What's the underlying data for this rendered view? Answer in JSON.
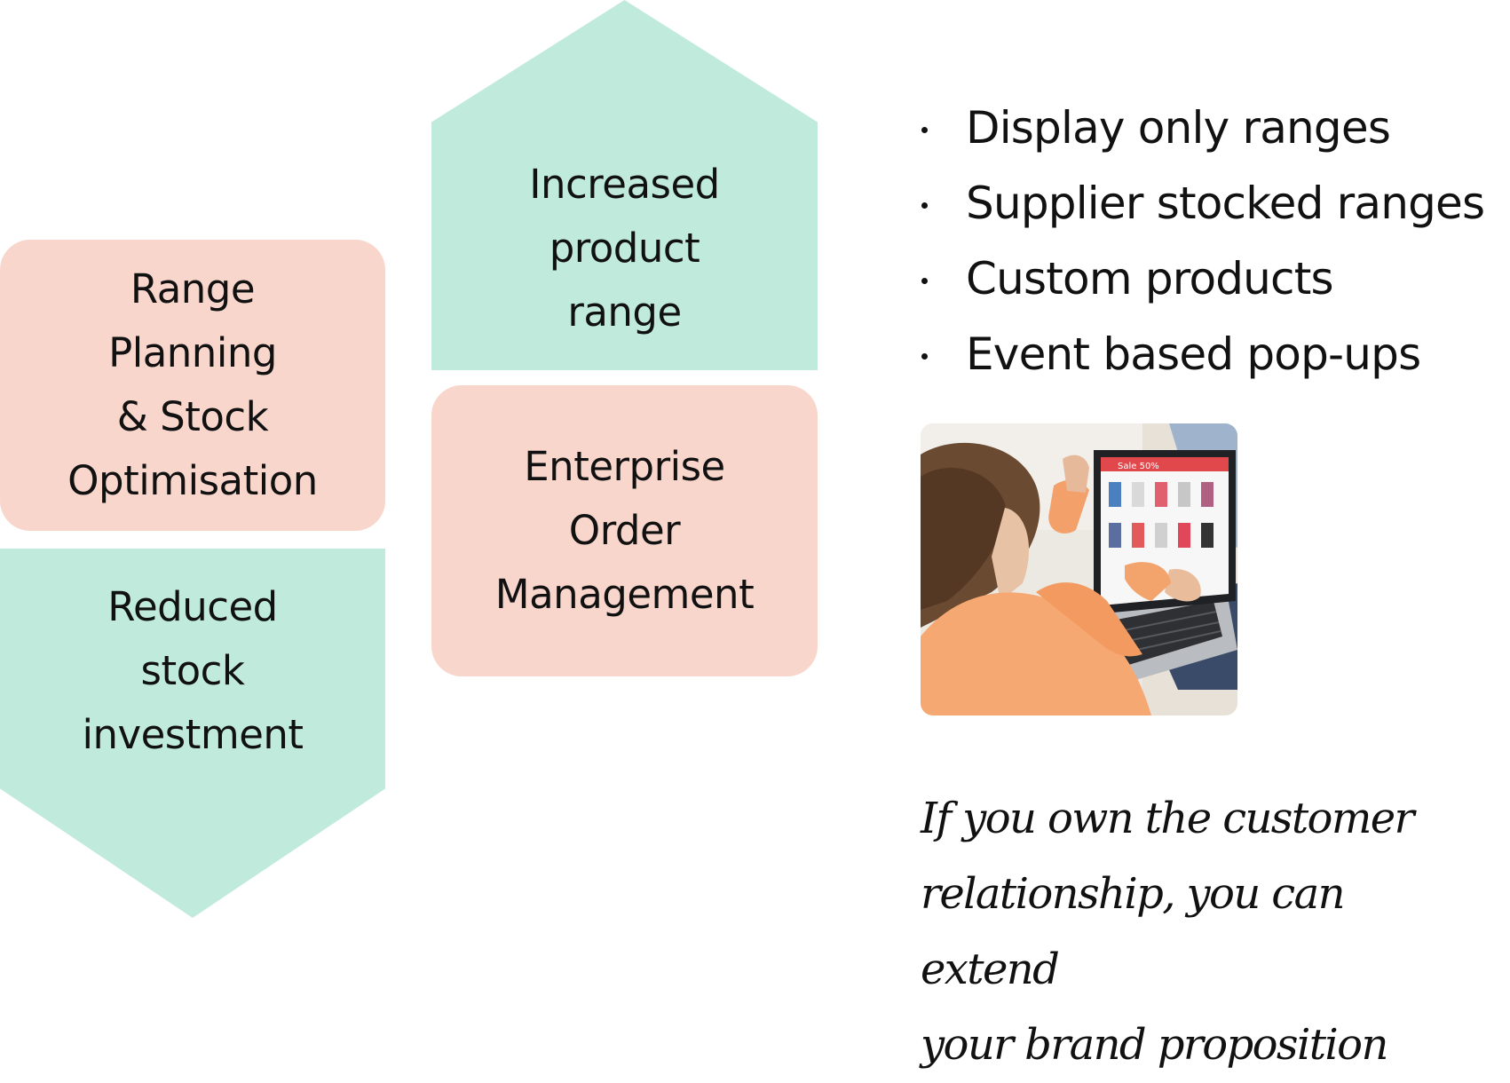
{
  "colors": {
    "pink": "#f8d6cc",
    "mint": "#bfeadc",
    "text": "#111111"
  },
  "shapes": {
    "increased_range": {
      "label": "Increased\nproduct\nrange",
      "color": "#bfeadc",
      "form": "arrow-up"
    },
    "range_planning": {
      "label": "Range\nPlanning\n& Stock\nOptimisation",
      "color": "#f8d6cc",
      "form": "rounded-card"
    },
    "enterprise_order": {
      "label": "Enterprise\nOrder\nManagement",
      "color": "#f8d6cc",
      "form": "rounded-card"
    },
    "reduced_stock": {
      "label": "Reduced\nstock\ninvestment",
      "color": "#bfeadc",
      "form": "arrow-down"
    }
  },
  "bullets": [
    "Display only ranges",
    "Supplier stocked ranges",
    "Custom products",
    "Event based pop-ups"
  ],
  "photo": {
    "screen_banner": "Sale 50%",
    "subject": "woman-shopping-on-laptop"
  },
  "quote": "If you own the customer\nrelationship, you can extend\nyour brand proposition"
}
